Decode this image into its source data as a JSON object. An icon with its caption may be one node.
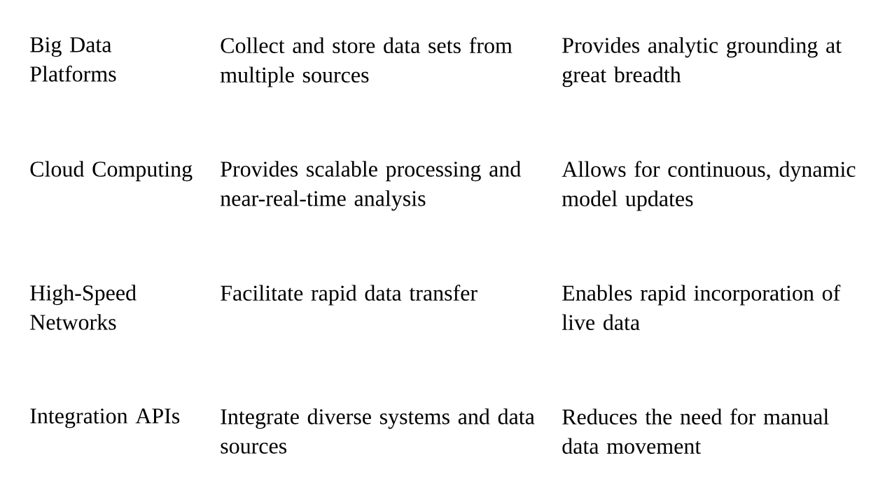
{
  "diagram": {
    "labels": [
      "Big Data Platforms",
      "Collect and store data sets from multiple sources",
      "Provides analytic grounding at great breadth",
      "Cloud Computing",
      "Provides scalable processing and near-real-time analysis",
      "Allows for continuous, dynamic model updates",
      "High-Speed Networks",
      "Facilitate rapid data transfer",
      "Enables rapid incorporation of live data",
      "Integration APIs",
      "Integrate diverse systems and data sources",
      "Reduces the need for manual data movement"
    ]
  }
}
